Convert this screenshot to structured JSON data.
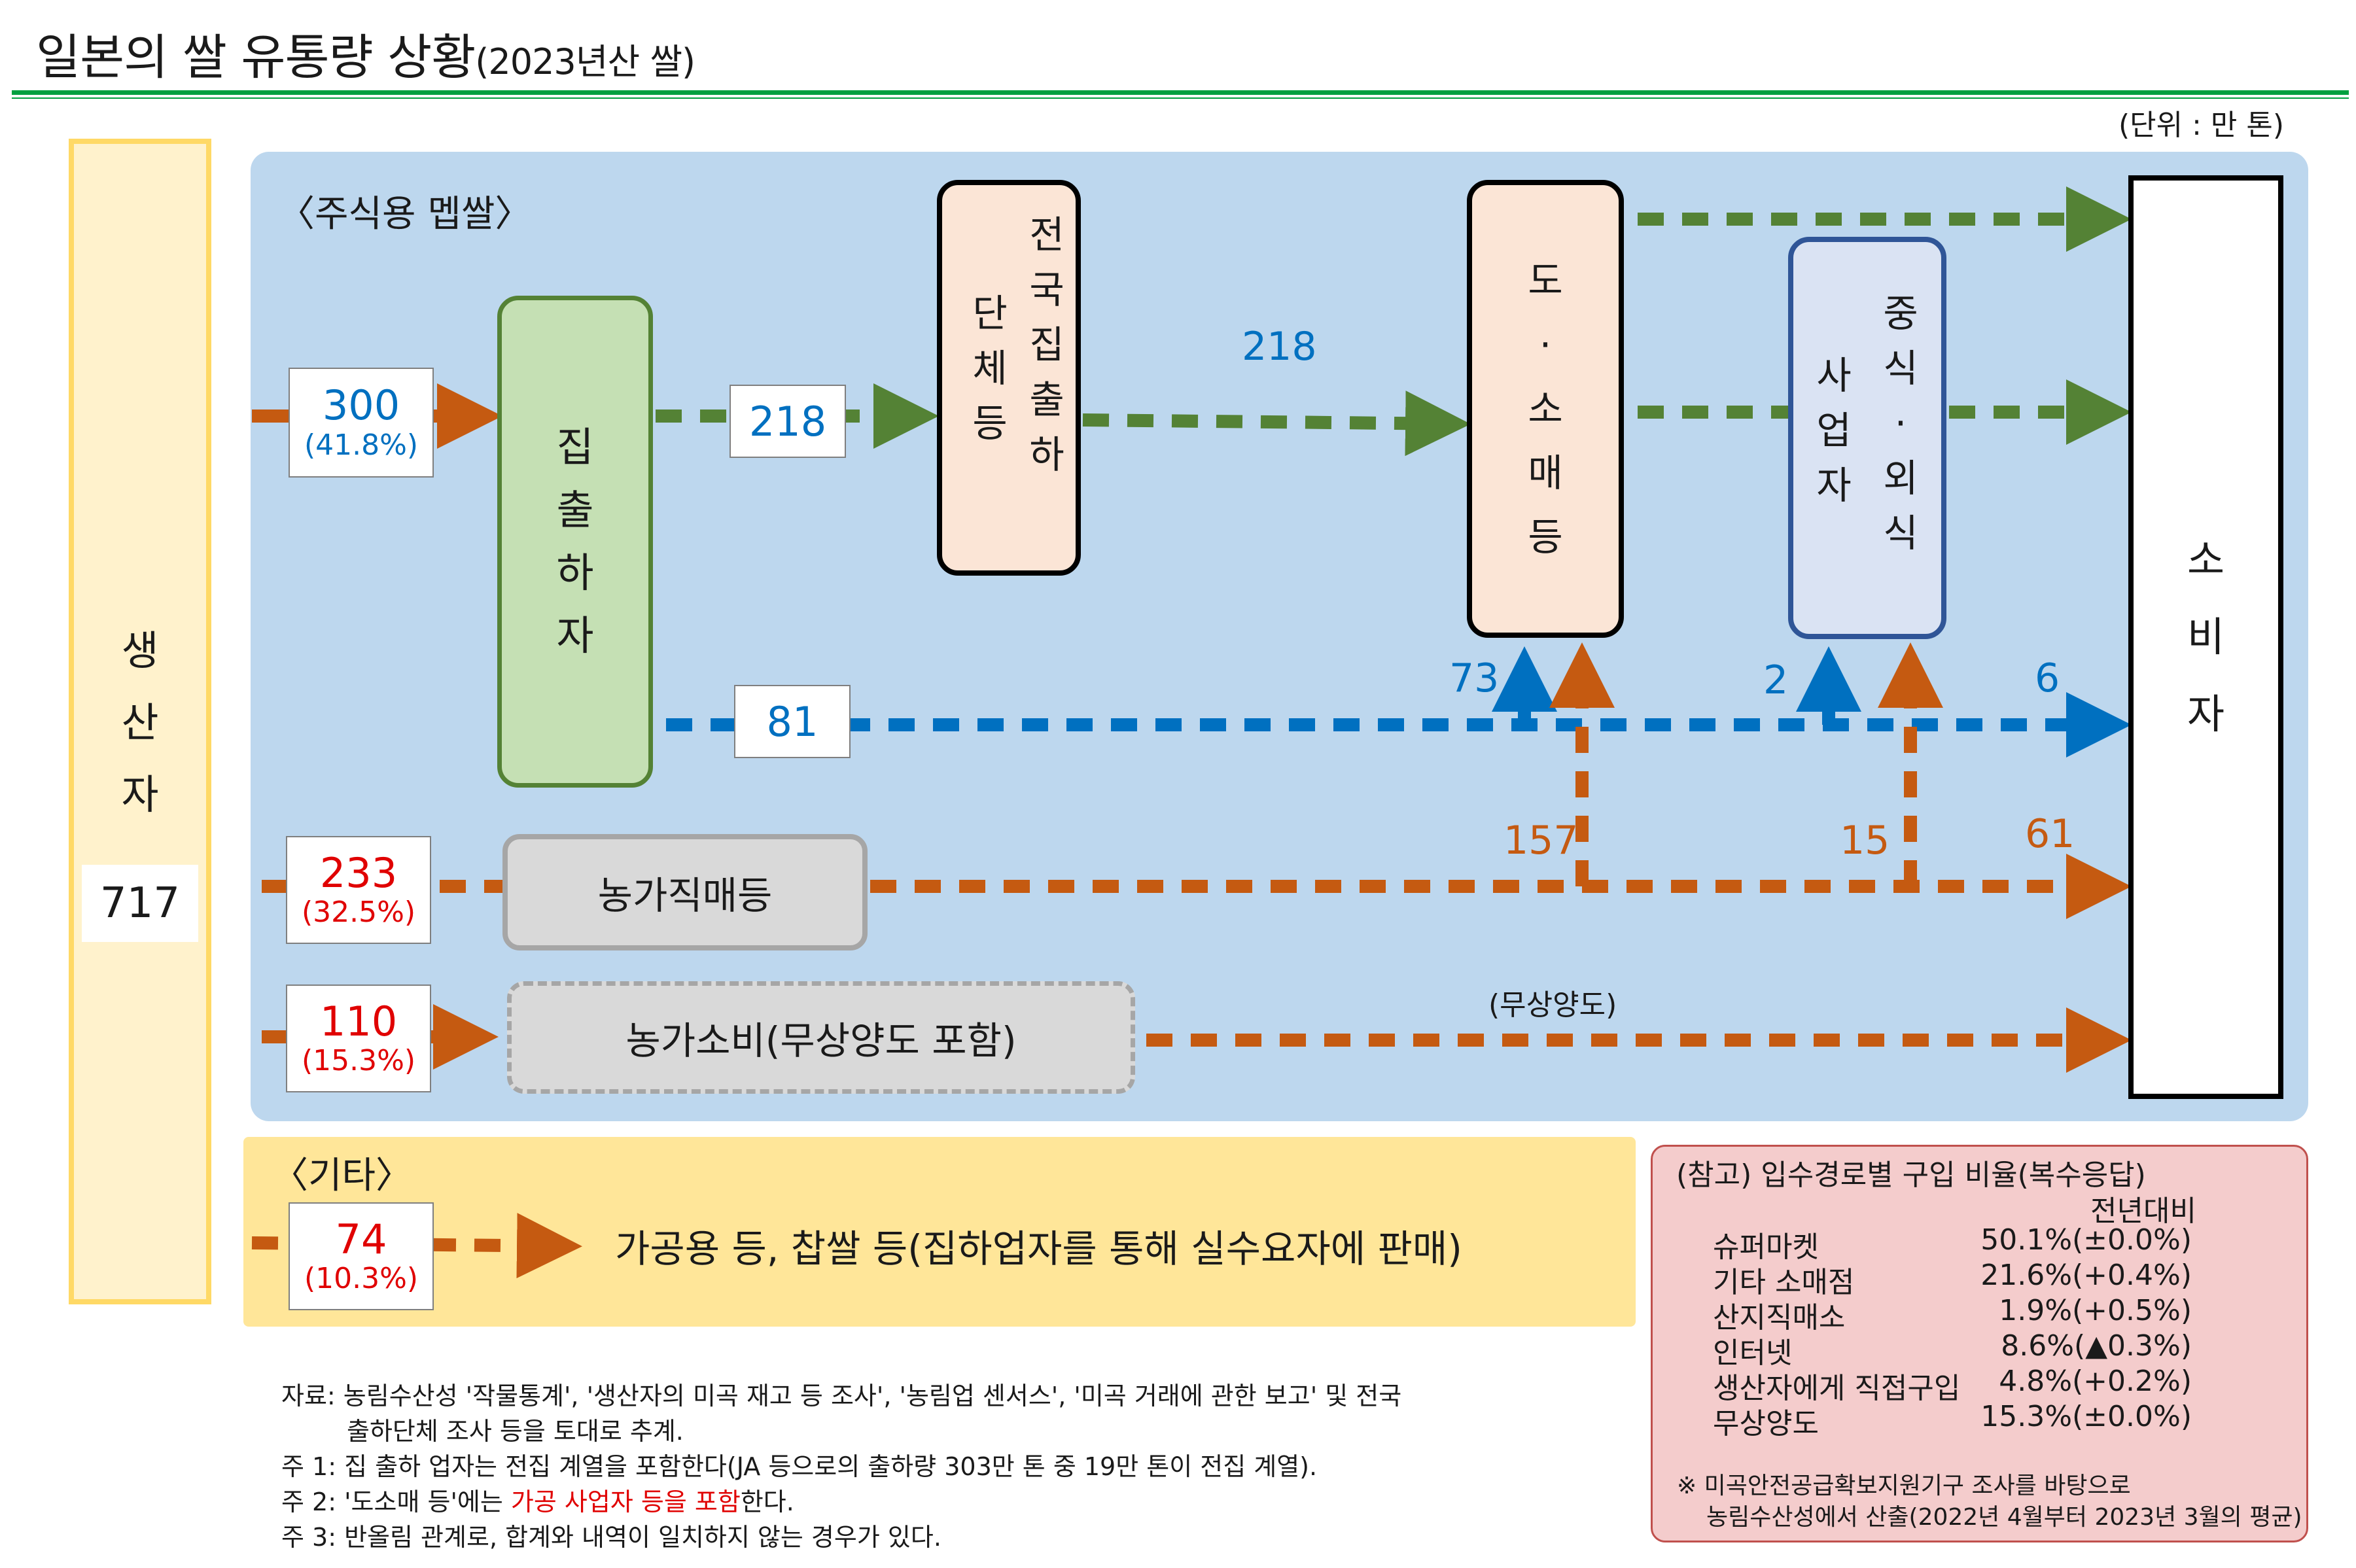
{
  "header": {
    "title": "일본의 쌀 유통량 상황",
    "title_sub": "(2023년산 쌀)",
    "unit": "(단위 : 만 톤)"
  },
  "producer": {
    "label": "생산자",
    "chars": [
      "생",
      "산",
      "자"
    ],
    "total": "717"
  },
  "main_section": {
    "label": "〈주식용 멥쌀〉"
  },
  "nodes": {
    "collector": [
      "집",
      "출",
      "하",
      "자"
    ],
    "national": {
      "col1": [
        "전",
        "국",
        "집",
        "출",
        "하"
      ],
      "col2": [
        "단",
        "체",
        "등"
      ]
    },
    "wholesale": [
      "도",
      "·",
      "소",
      "매",
      "등"
    ],
    "food_service": {
      "col1": [
        "중",
        "식",
        "·",
        "외",
        "식"
      ],
      "col2": [
        "사",
        "업",
        "자"
      ]
    },
    "consumer": [
      "소",
      "비",
      "자"
    ],
    "farm_direct": "농가직매등",
    "farm_consumption": "농가소비(무상양도 포함)"
  },
  "flows": {
    "to_collector": {
      "value": "300",
      "share": "(41.8%)"
    },
    "to_national": "218",
    "national_to_wholesale": "218",
    "collector_to_consumer_line": "81",
    "up_to_wholesale_blue": "73",
    "up_to_foodservice_blue": "2",
    "blue_to_consumer": "6",
    "direct_sales": {
      "value": "233",
      "share": "(32.5%)"
    },
    "up_to_wholesale_orange": "157",
    "up_to_foodservice_orange": "15",
    "orange_to_consumer": "61",
    "farm_consumption": {
      "value": "110",
      "share": "(15.3%)"
    },
    "free_transfer": "(무상양도)"
  },
  "other": {
    "label": "〈기타〉",
    "value": "74",
    "share": "(10.3%)",
    "description": "가공용 등, 찹쌀 등(집하업자를 통해 실수요자에 판매)"
  },
  "reference": {
    "title": "(참고) 입수경로별 구입 비율(복수응답)",
    "col_header": "전년대비",
    "rows": [
      {
        "name": "슈퍼마켓",
        "value": "50.1%(±0.0%)"
      },
      {
        "name": "기타 소매점",
        "value": "21.6%(+0.4%)"
      },
      {
        "name": "산지직매소",
        "value": "1.9%(+0.5%)"
      },
      {
        "name": "인터넷",
        "value": "8.6%(▲0.3%)"
      },
      {
        "name": "생산자에게 직접구입",
        "value": "4.8%(+0.2%)"
      },
      {
        "name": "무상양도",
        "value": "15.3%(±0.0%)"
      }
    ],
    "note1": "※ 미곡안전공급확보지원기구 조사를 바탕으로",
    "note2": "농림수산성에서 산출(2022년 4월부터 2023년 3월의 평균)"
  },
  "notes": {
    "source1": "자료: 농림수산성 '작물통계', '생산자의 미곡 재고 등 조사', '농림업 센서스', '미곡 거래에 관한 보고' 및 전국",
    "source2": "출하단체 조사 등을 토대로 추계.",
    "note1": "주 1: 집 출하 업자는 전집 계열을 포함한다(JA 등으로의 출하량 303만 톤 중 19만 톤이 전집 계열).",
    "note2_a": "주 2: '도소매 등'에는 ",
    "note2_b": "가공 사업자 등을 포함",
    "note2_c": "한다.",
    "note3": "주 3: 반올림 관계로, 합계와 내역이 일치하지 않는 경우가 있다."
  },
  "colors": {
    "green_line": "#00a040",
    "blue_bg": "#bdd7ee",
    "producer_bg": "#fff2cc",
    "producer_border": "#ffd966",
    "collector_bg": "#c5e0b4",
    "collector_border": "#548235",
    "peach": "#fbe5d6",
    "food_service_bg": "#dae3f3",
    "food_service_border": "#2f5597",
    "gray_box": "#d9d9d9",
    "other_bg": "#ffe699",
    "reference_bg": "#f4cccc",
    "arrow_green": "#548235",
    "arrow_blue": "#0070c0",
    "arrow_orange": "#c55a11"
  }
}
